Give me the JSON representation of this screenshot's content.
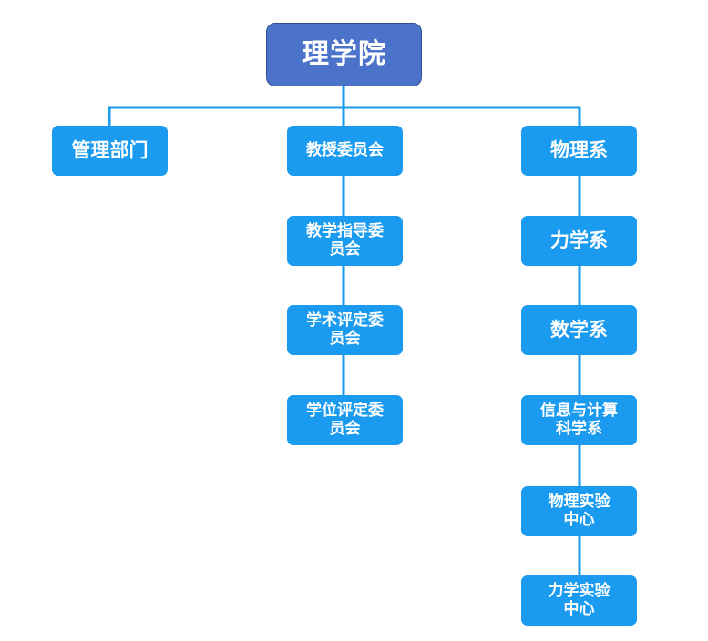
{
  "root": "理学院",
  "level1": {
    "admin": "管理部门",
    "professors_committee": "教授委员会",
    "physics_dept": "物理系"
  },
  "committees": {
    "teaching": "教学指导委\n员会",
    "academic": "学术评定委\n员会",
    "degree": "学位评定委\n员会"
  },
  "departments": {
    "mechanics": "力学系",
    "mathematics": "数学系",
    "info_computing": "信息与计算\n科学系",
    "physics_lab": "物理实验\n中心",
    "mechanics_lab": "力学实验\n中心"
  },
  "colors": {
    "root_fill": "#4a73c9",
    "node_fill": "#1a9bf0",
    "connector": "#1a9bf0"
  }
}
